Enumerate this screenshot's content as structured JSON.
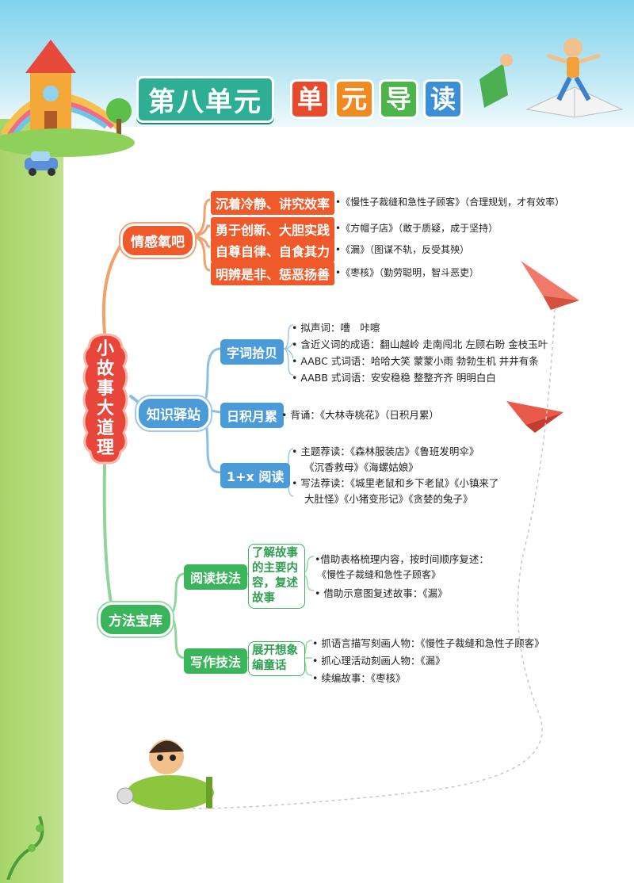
{
  "banner": {
    "unit": "第八单元",
    "read_chars": [
      "单",
      "元",
      "导",
      "读"
    ],
    "read_colors": [
      "#e94a2c",
      "#f28a1f",
      "#4bb548",
      "#3a8fd6"
    ]
  },
  "center": {
    "chars": [
      "小",
      "故",
      "事",
      "大",
      "道",
      "理"
    ]
  },
  "branches": {
    "emotion": {
      "label": "情感氧吧",
      "themes": [
        {
          "theme": "沉着冷静、讲究效率",
          "text": "•《慢性子裁缝和急性子顾客》（合理规划，才有效率）"
        },
        {
          "theme": "勇于创新、大胆实践",
          "text": "•《方帽子店》（敢于质疑，成于坚持）"
        },
        {
          "theme": "自尊自律、自食其力",
          "text": "•《漏》（图谋不轨，反受其殃）"
        },
        {
          "theme": "明辨是非、惩恶扬善",
          "text": "•《枣核》（勤劳聪明，智斗恶吏）"
        }
      ]
    },
    "knowledge": {
      "label": "知识驿站",
      "words": {
        "label": "字词拾贝",
        "items": [
          "• 拟声词：嘈　咔嚓",
          "• 含近义词的成语：翻山越岭 走南闯北 左顾右盼 金枝玉叶",
          "• AABC 式词语：哈哈大笑 蒙蒙小雨 勃勃生机 井井有条",
          "• AABB 式词语：安安稳稳 整整齐齐 明明白白"
        ]
      },
      "accumulate": {
        "label": "日积月累",
        "text": "• 背诵：《大林寺桃花》（日积月累）"
      },
      "reading": {
        "label": "1+x 阅读",
        "items": [
          "• 主题荐读：《森林服装店》《鲁班发明伞》",
          "《沉香救母》《海螺姑娘》",
          "• 写法荐读：《城里老鼠和乡下老鼠》《小镇来了",
          "大肚怪》《小猪变形记》《贪婪的兔子》"
        ]
      }
    },
    "methods": {
      "label": "方法宝库",
      "reading_skill": {
        "label": "阅读技法",
        "box": [
          "了解故事",
          "的主要内",
          "容，复述",
          "故事"
        ],
        "items": [
          "•借助表格梳理内容，按时间顺序复述：",
          "《慢性子裁缝和急性子顾客》",
          "• 借助示意图复述故事：《漏》"
        ]
      },
      "writing_skill": {
        "label": "写作技法",
        "box": [
          "展开想象",
          "编童话"
        ],
        "items": [
          "• 抓语言描写刻画人物：《慢性子裁缝和急性子顾客》",
          "• 抓心理活动刻画人物：《漏》",
          "• 续编故事：《枣核》"
        ]
      }
    }
  },
  "colors": {
    "orange": "#f0592a",
    "blue": "#4b9bd8",
    "green": "#3bb55c",
    "center": "#e8463a"
  }
}
